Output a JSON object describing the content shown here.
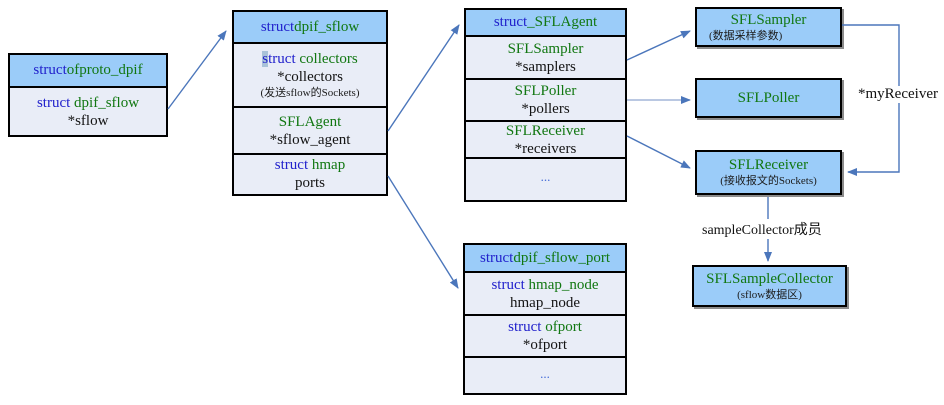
{
  "colors": {
    "box_header_fill": "#9bccf9",
    "box_body_fill": "#e9edf7",
    "border": "#000000",
    "keyword_blue": "#2121cc",
    "type_green": "#117711",
    "plain_text": "#141414",
    "dots_blue": "#4169d6",
    "arrow_blue": "#4b76bb",
    "arrow_light_blue": "#a3b6d9",
    "selection_highlight": "#a9c2d9"
  },
  "boxes": {
    "ofproto_dpif": {
      "header": {
        "kw": "struct",
        "name": "ofproto_dpif"
      },
      "row_sflow": {
        "kw": "struct",
        "type": "dpif_sflow",
        "var": "*sflow"
      }
    },
    "dpif_sflow": {
      "header": {
        "kw": "struct",
        "name": "dpif_sflow"
      },
      "row_collectors": {
        "kw_hl": "s",
        "kw_rest": "truct",
        "type": "collectors",
        "var": "*collectors",
        "note": "(发送sflow的Sockets)"
      },
      "row_agent": {
        "type": "SFLAgent",
        "var": "*sflow_agent"
      },
      "row_ports": {
        "kw": "struct",
        "type": "hmap",
        "var": "ports"
      }
    },
    "sflagent": {
      "header": {
        "kw": "struct",
        "name": "_SFLAgent"
      },
      "row_samplers": {
        "type": "SFLSampler",
        "var": "*samplers"
      },
      "row_pollers": {
        "type": "SFLPoller",
        "var": "*pollers"
      },
      "row_receivers": {
        "type": "SFLReceiver",
        "var": "*receivers"
      },
      "row_dots": {
        "dots": "..."
      }
    },
    "sampler": {
      "title": "SFLSampler",
      "note": "(数据采样参数)"
    },
    "poller": {
      "title": "SFLPoller"
    },
    "receiver": {
      "title": "SFLReceiver",
      "note": "(接收报文的Sockets)"
    },
    "sample_collector": {
      "title": "SFLSampleCollector",
      "note": "(sflow数据区)"
    },
    "dpif_sflow_port": {
      "header": {
        "kw": "struct",
        "name": "dpif_sflow_port"
      },
      "row_hmap_node": {
        "kw": "struct",
        "type": "hmap_node",
        "var": "hmap_node"
      },
      "row_ofport": {
        "kw": "struct",
        "type": "ofport",
        "var": "*ofport"
      },
      "row_dots": {
        "dots": "..."
      }
    }
  },
  "labels": {
    "my_receiver": "*myReceiver",
    "sample_collector_member": "sampleCollector成员"
  }
}
